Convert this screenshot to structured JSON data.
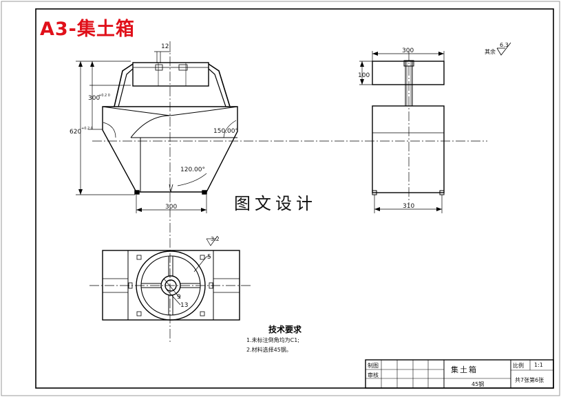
{
  "sheet_title": "A3-集土箱",
  "watermark": "图文设计",
  "roughness": {
    "general_label": "其余",
    "general_value": "6.3",
    "local_value": "3.2"
  },
  "dimensions": {
    "top_width_small": "12",
    "front_height_total": "620",
    "front_height_total_tol": "+0.2 0",
    "front_height_upper": "300",
    "front_height_upper_tol": "+0.2 0",
    "front_bottom_width": "300",
    "angle_right": "150.00°",
    "angle_bottom": "120.00°",
    "side_top_width": "300",
    "side_top_height": "100",
    "side_bottom_width": "310",
    "plan_wall": "5",
    "plan_inner": "9",
    "plan_outer": "13"
  },
  "tech": {
    "title": "技术要求",
    "items": [
      "1.未标注倒角均为C1;",
      "2.材料选择45钢。"
    ]
  },
  "title_block": {
    "draw_label": "制图",
    "check_label": "审核",
    "part_name": "集土箱",
    "scale_label": "比例",
    "scale_value": "1:1",
    "material": "45钢",
    "sheets": "共7张第6张"
  }
}
